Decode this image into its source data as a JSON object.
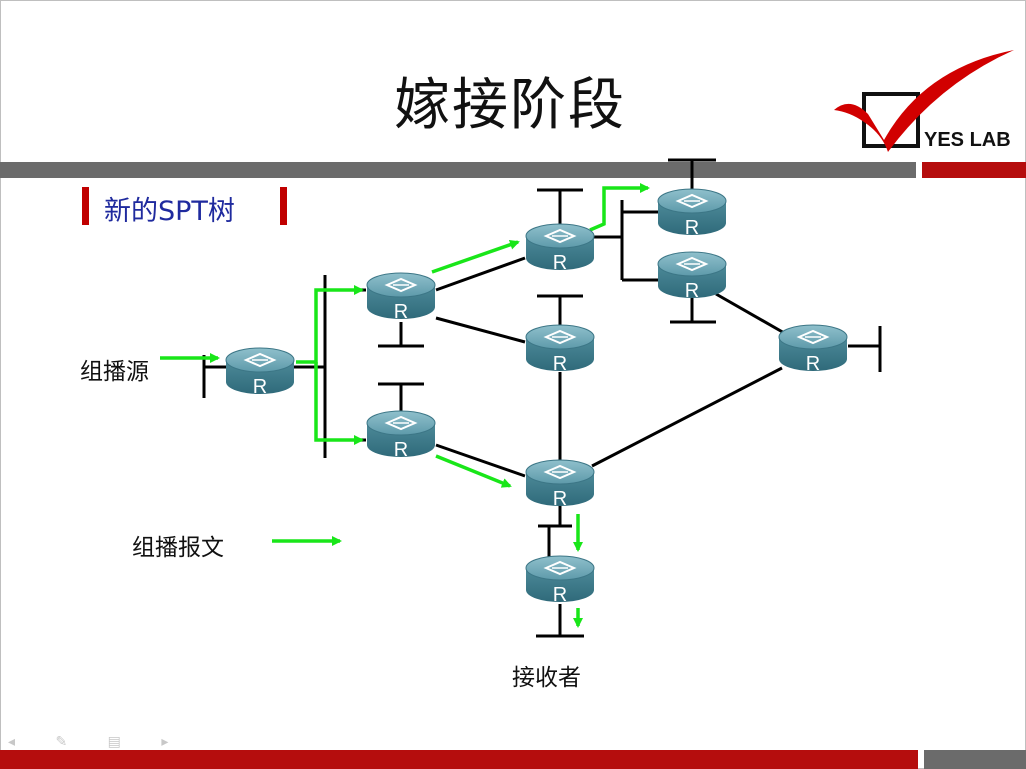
{
  "slide": {
    "title": "嫁接阶段",
    "subtitle": "新的SPT树",
    "logo_text": "YES LAB"
  },
  "labels": {
    "source": "组播源",
    "multicast_packet": "组播报文",
    "receiver": "接收者"
  },
  "router_label": "R",
  "colors": {
    "accent_red": "#b50d0d",
    "bar_gray": "#6b6b6b",
    "subtitle_blue": "#1f2a9e",
    "flow_green": "#19e619",
    "router_teal": "#4a8a9a"
  }
}
